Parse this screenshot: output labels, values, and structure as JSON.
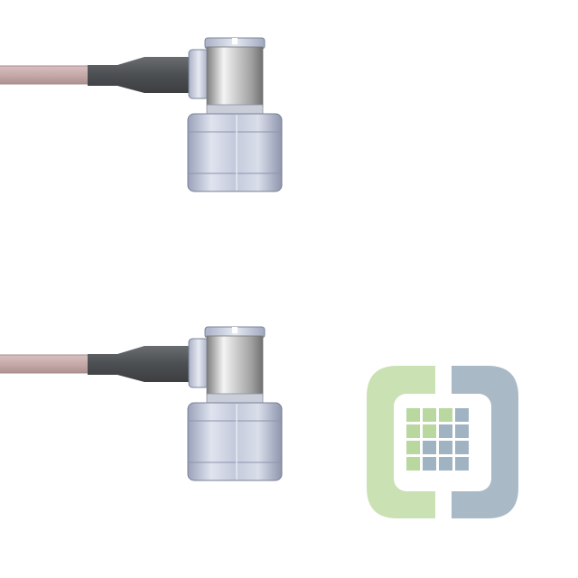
{
  "scene": {
    "background": "#ffffff",
    "assemblies": [
      {
        "part": "right-angle-connector",
        "cable": "pink-coax-cable"
      },
      {
        "part": "right-angle-connector",
        "cable": "pink-coax-cable"
      }
    ],
    "logo": {
      "icon": "grid-logo-icon",
      "left_color": "#c7e0b0",
      "right_color": "#a8b9c5",
      "grid_green": "#b8d8a0",
      "grid_blue": "#9fb3c2"
    },
    "colors": {
      "cable": "#c6a9a9",
      "cable_edge": "#a88c8c",
      "boot": "#505355",
      "metal_light": "#e4e8f2",
      "metal_mid": "#b9c0d4",
      "metal_dark": "#8c93aa",
      "chrome_light": "#f2f2f2",
      "chrome_dark": "#8e8e8e"
    }
  }
}
